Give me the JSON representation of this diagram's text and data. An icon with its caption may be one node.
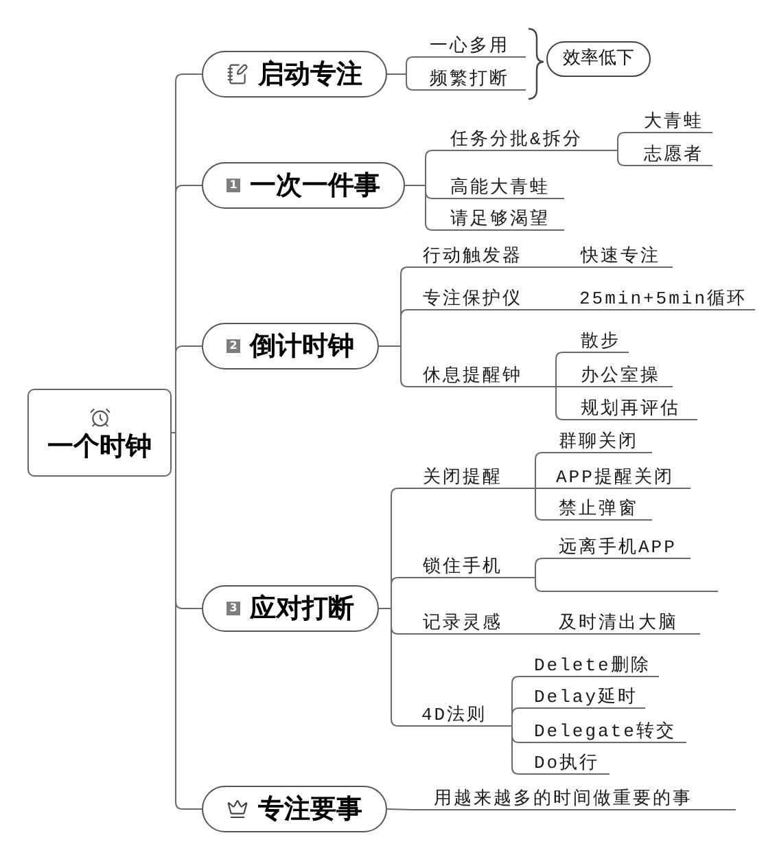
{
  "diagram": {
    "nodes": [
      {
        "text": [
          "一个时钟"
        ]
      },
      {
        "text": [
          "启动专注"
        ]
      },
      {
        "text": [
          "一心多用"
        ]
      },
      {
        "text": [
          "频繁打断"
        ]
      },
      {
        "text": [
          "效率低下"
        ]
      },
      {
        "text": [
          "1",
          "一次一件事"
        ]
      },
      {
        "text": [
          "任务分批&拆分"
        ]
      },
      {
        "text": [
          "大青蛙"
        ]
      },
      {
        "text": [
          "志愿者"
        ]
      },
      {
        "text": [
          "高能大青蛙"
        ]
      },
      {
        "text": [
          "请足够渴望"
        ]
      },
      {
        "text": [
          "2",
          "倒计时钟"
        ]
      },
      {
        "text": [
          "行动触发器"
        ]
      },
      {
        "text": [
          "快速专注"
        ]
      },
      {
        "text": [
          "专注保护仪"
        ]
      },
      {
        "text": [
          "25min+5min循环"
        ]
      },
      {
        "text": [
          "休息提醒钟"
        ]
      },
      {
        "text": [
          "散步"
        ]
      },
      {
        "text": [
          "办公室操"
        ]
      },
      {
        "text": [
          "规划再评估"
        ]
      },
      {
        "text": [
          "3",
          "应对打断"
        ]
      },
      {
        "text": [
          "关闭提醒"
        ]
      },
      {
        "text": [
          "群聊关闭"
        ]
      },
      {
        "text": [
          "APP提醒关闭"
        ]
      },
      {
        "text": [
          "禁止弹窗"
        ]
      },
      {
        "text": [
          "锁住手机"
        ]
      },
      {
        "text": [
          "远离手机APP"
        ]
      },
      {
        "text": [],
        "shape": "line"
      },
      {
        "text": [
          "记录灵感"
        ]
      },
      {
        "text": [
          "及时清出大脑"
        ]
      },
      {
        "text": [
          "4D法则"
        ]
      },
      {
        "text": [
          "Delete删除"
        ]
      },
      {
        "text": [
          "Delay延时"
        ]
      },
      {
        "text": [
          "Delegate转交"
        ]
      },
      {
        "text": [
          "Do执行"
        ]
      },
      {
        "text": [
          "专注要事"
        ]
      },
      {
        "text": [
          "用越来越多的时间做重要的事"
        ]
      }
    ],
    "edges": [
      {
        "from": 0,
        "to": 1,
        "arrow": "none"
      },
      {
        "from": 1,
        "to": 2,
        "arrow": "none"
      },
      {
        "from": 1,
        "to": 3,
        "arrow": "none"
      },
      {
        "from": 0,
        "to": 5,
        "arrow": "none"
      },
      {
        "from": 5,
        "to": 6,
        "arrow": "none"
      },
      {
        "from": 6,
        "to": 7,
        "arrow": "none"
      },
      {
        "from": 6,
        "to": 8,
        "arrow": "none"
      },
      {
        "from": 5,
        "to": 9,
        "arrow": "none"
      },
      {
        "from": 5,
        "to": 10,
        "arrow": "none"
      },
      {
        "from": 0,
        "to": 11,
        "arrow": "none"
      },
      {
        "from": 11,
        "to": 12,
        "arrow": "none"
      },
      {
        "from": 12,
        "to": 13,
        "arrow": "none"
      },
      {
        "from": 11,
        "to": 14,
        "arrow": "none"
      },
      {
        "from": 14,
        "to": 15,
        "arrow": "none"
      },
      {
        "from": 11,
        "to": 16,
        "arrow": "none"
      },
      {
        "from": 16,
        "to": 17,
        "arrow": "none"
      },
      {
        "from": 16,
        "to": 18,
        "arrow": "none"
      },
      {
        "from": 16,
        "to": 19,
        "arrow": "none"
      },
      {
        "from": 0,
        "to": 20,
        "arrow": "none"
      },
      {
        "from": 20,
        "to": 21,
        "arrow": "none"
      },
      {
        "from": 21,
        "to": 22,
        "arrow": "none"
      },
      {
        "from": 21,
        "to": 23,
        "arrow": "none"
      },
      {
        "from": 21,
        "to": 24,
        "arrow": "none"
      },
      {
        "from": 20,
        "to": 25,
        "arrow": "none"
      },
      {
        "from": 25,
        "to": 26,
        "arrow": "none"
      },
      {
        "from": 25,
        "to": 27,
        "arrow": "none"
      },
      {
        "from": 20,
        "to": 28,
        "arrow": "none"
      },
      {
        "from": 28,
        "to": 29,
        "arrow": "none"
      },
      {
        "from": 20,
        "to": 30,
        "arrow": "none"
      },
      {
        "from": 30,
        "to": 31,
        "arrow": "none"
      },
      {
        "from": 30,
        "to": 32,
        "arrow": "none"
      },
      {
        "from": 30,
        "to": 33,
        "arrow": "none"
      },
      {
        "from": 30,
        "to": 34,
        "arrow": "none"
      },
      {
        "from": 0,
        "to": 35,
        "arrow": "none"
      },
      {
        "from": 35,
        "to": 36,
        "arrow": "none"
      }
    ]
  }
}
